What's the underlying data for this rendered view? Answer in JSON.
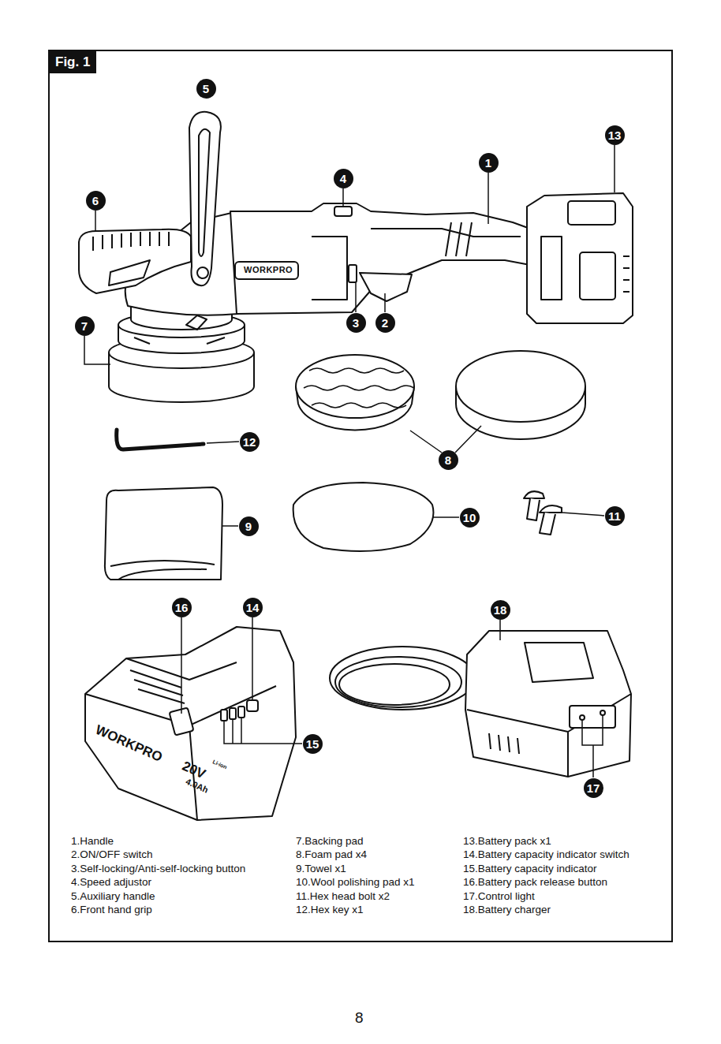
{
  "diagram": {
    "title": "Fig. 1",
    "labels": [
      "5",
      "13",
      "1",
      "4",
      "6",
      "7",
      "3",
      "2",
      "12",
      "8",
      "9",
      "10",
      "11",
      "16",
      "14",
      "18",
      "15",
      "17",
      "WORKPRO",
      "WORKPRO",
      "20V",
      "Li-ion",
      "4.0Ah",
      "1.Handle",
      "2.ON/OFF switch",
      "3.Self-locking/Anti-self-locking button",
      "4.Speed adjustor",
      "5.Auxiliary handle",
      "6.Front hand grip",
      "7.Backing pad",
      "8.Foam pad x4",
      "9.Towel x1",
      "10.Wool polishing pad x1",
      "11.Hex head bolt x2",
      "12.Hex key x1",
      "13.Battery pack x1",
      "14.Battery capacity indicator switch",
      "15.Battery capacity indicator",
      "16.Battery pack release button",
      "17.Control light",
      "18.Battery charger",
      "8"
    ]
  }
}
